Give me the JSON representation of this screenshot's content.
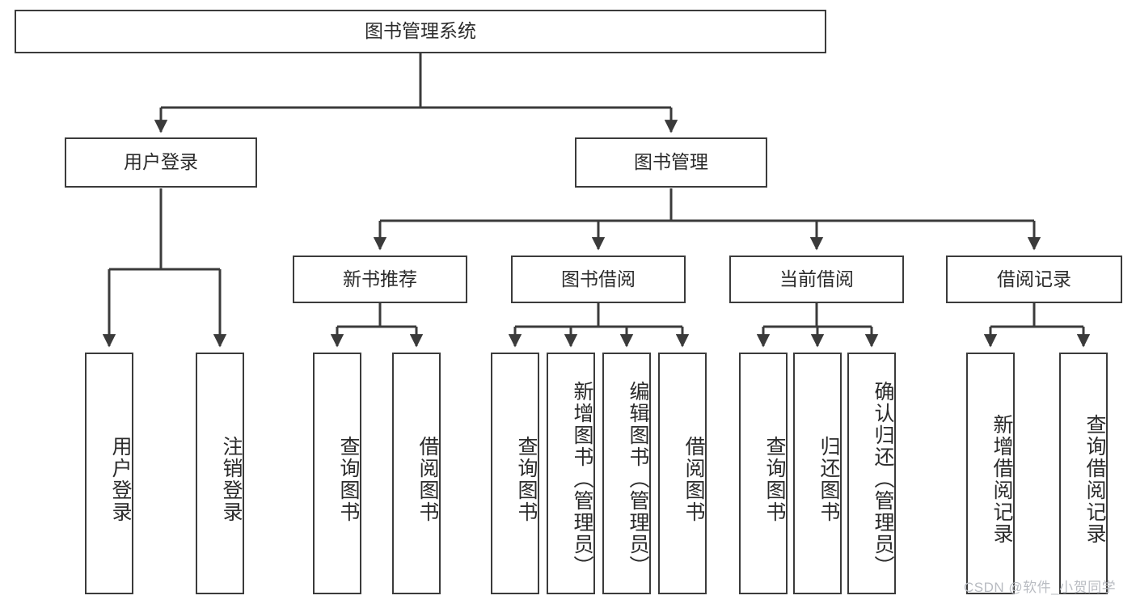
{
  "diagram": {
    "title": "图书管理系统",
    "watermark": "CSDN @软件_小贺同学",
    "colors": {
      "box_border": "#3b3b3b",
      "box_fill": "#ffffff",
      "edge": "#3b3b3b",
      "text": "#2b2b2b",
      "watermark": "#b9bcc2",
      "background": "#ffffff"
    },
    "root": {
      "label": "图书管理系统"
    },
    "level2": [
      {
        "label": "用户登录"
      },
      {
        "label": "图书管理"
      }
    ],
    "level3": [
      {
        "label": "新书推荐"
      },
      {
        "label": "图书借阅"
      },
      {
        "label": "当前借阅"
      },
      {
        "label": "借阅记录"
      }
    ],
    "leaves": {
      "user_login": [
        {
          "label": "用户登录"
        },
        {
          "label": "注销登录"
        }
      ],
      "new_book_recommend": [
        {
          "label": "查询图书"
        },
        {
          "label": "借阅图书"
        }
      ],
      "book_borrow": [
        {
          "label": "查询图书"
        },
        {
          "label": "新增图书（管理员）"
        },
        {
          "label": "编辑图书（管理员）"
        },
        {
          "label": "借阅图书"
        }
      ],
      "current_borrow": [
        {
          "label": "查询图书"
        },
        {
          "label": "归还图书"
        },
        {
          "label": "确认归还（管理员）"
        }
      ],
      "borrow_records": [
        {
          "label": "新增借阅记录"
        },
        {
          "label": "查询借阅记录"
        }
      ]
    }
  }
}
